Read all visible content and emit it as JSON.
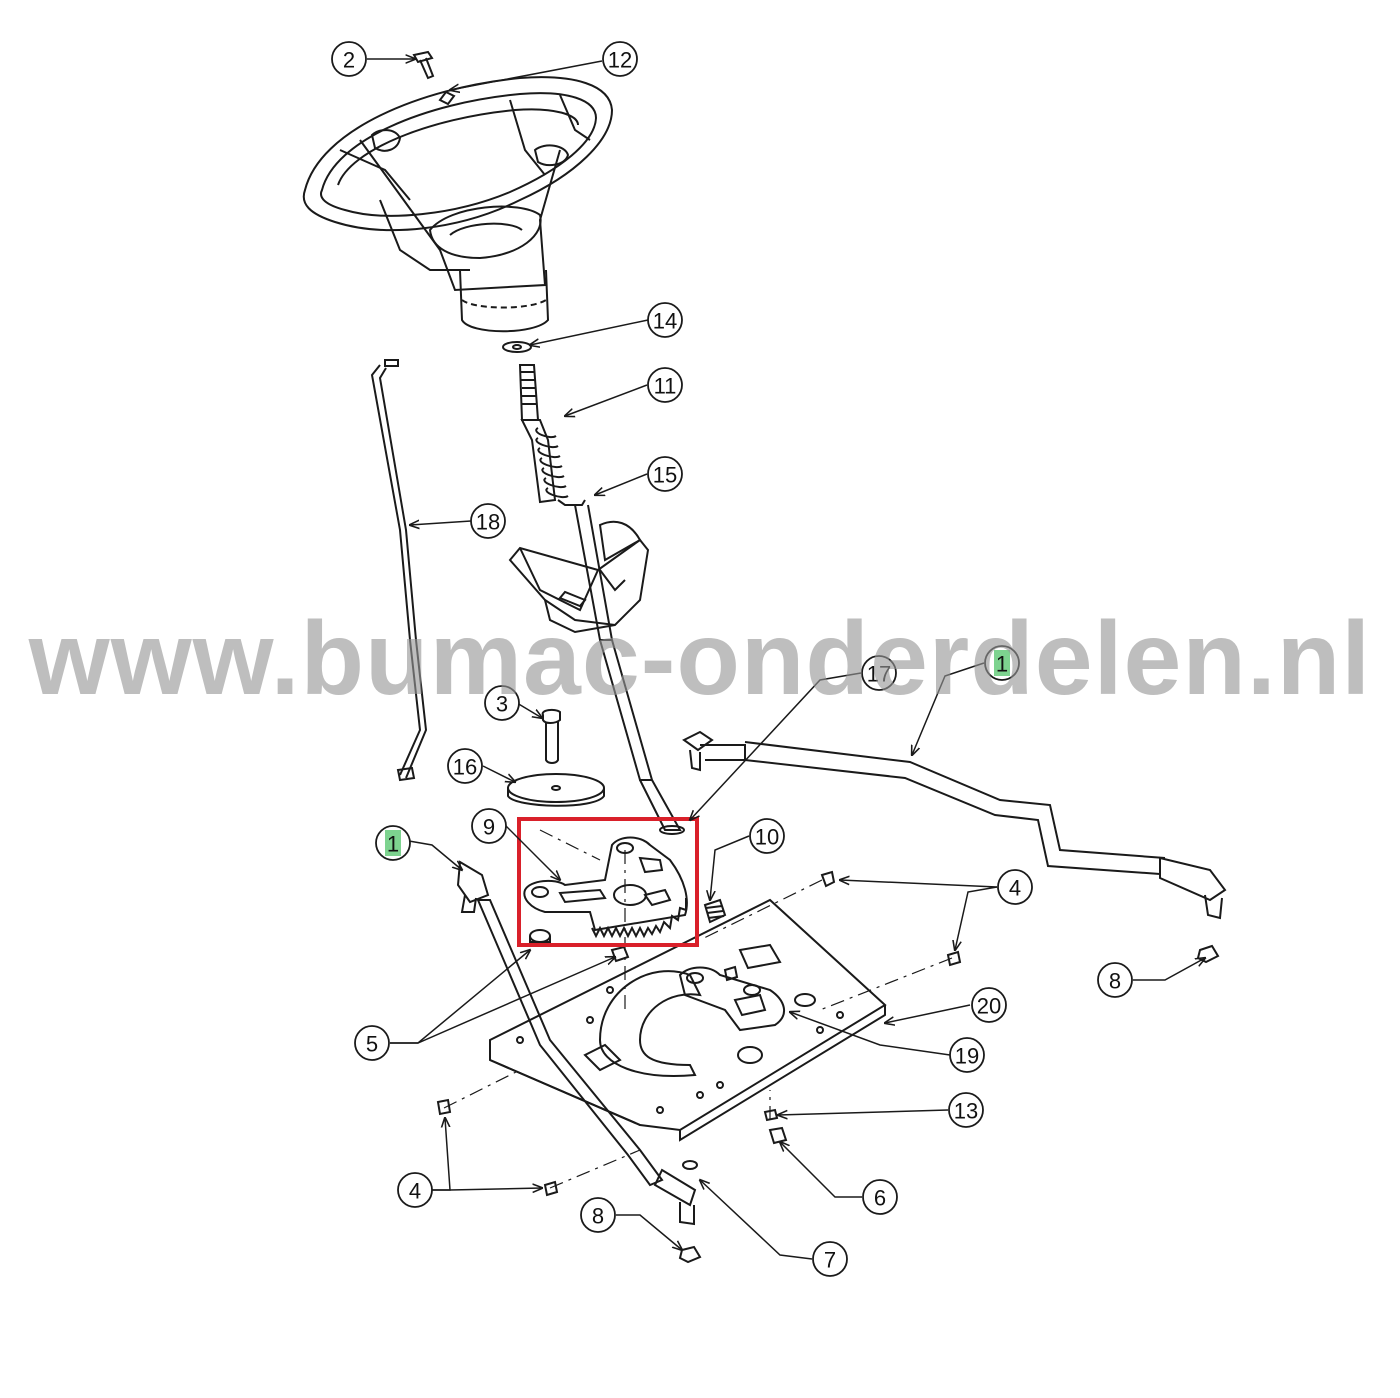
{
  "watermark": "www.bumac-onderdelen.nl",
  "colors": {
    "line": "#1a1a1a",
    "highlight_box": "#d9202a",
    "green_marker": "#7dd38f",
    "watermark": "#969696"
  },
  "callouts": {
    "c1a": "1",
    "c1b": "1",
    "c2": "2",
    "c3": "3",
    "c4a": "4",
    "c4b": "4",
    "c5": "5",
    "c6": "6",
    "c7": "7",
    "c8a": "8",
    "c8b": "8",
    "c9": "9",
    "c10": "10",
    "c11": "11",
    "c12": "12",
    "c13": "13",
    "c14": "14",
    "c15": "15",
    "c16": "16",
    "c17": "17",
    "c18": "18",
    "c19": "19",
    "c20": "20"
  },
  "highlighted_part": "9"
}
